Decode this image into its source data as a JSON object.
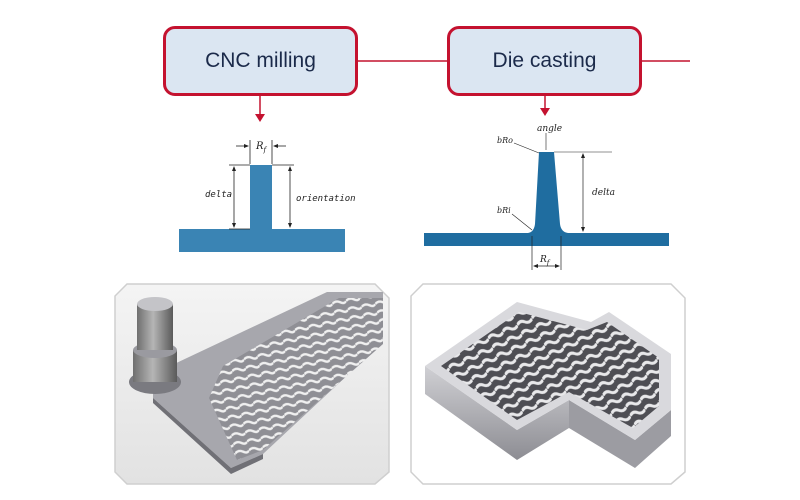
{
  "process_boxes": {
    "cnc": {
      "label": "CNC milling"
    },
    "die": {
      "label": "Die casting"
    }
  },
  "cnc_diagram": {
    "rf_label": "R",
    "rf_sub": "f",
    "delta_label": "delta",
    "orientation_label": "orientation"
  },
  "die_diagram": {
    "angle_label": "angle",
    "bro_label": "bRo",
    "bri_label": "bRi",
    "delta_label": "delta",
    "rf_label": "R",
    "rf_sub": "f"
  },
  "colors": {
    "accent_red": "#c4122f",
    "box_fill": "#dbe6f2",
    "part_blue": "#3a84b4",
    "part_blue_dark": "#1f6da0"
  }
}
